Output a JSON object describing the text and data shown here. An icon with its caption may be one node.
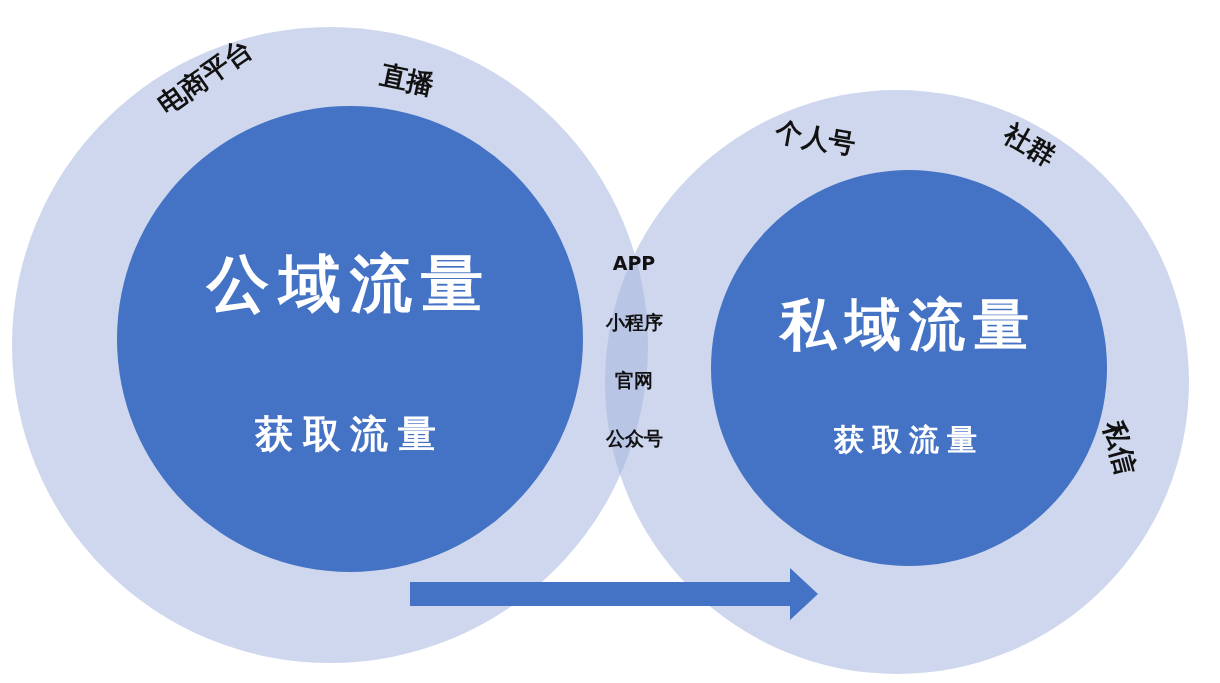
{
  "diagram": {
    "nodes": [
      {
        "text": [
          "电商平台",
          "直播"
        ]
      },
      {
        "text": [
          "公域流量",
          "获取流量"
        ],
        "in": 0
      },
      {
        "text": [
          "个人号",
          "社群",
          "私信"
        ]
      },
      {
        "text": [
          "私域流量",
          "获取流量"
        ],
        "in": 2
      }
    ],
    "labels": [
      "APP",
      "小程序",
      "官网",
      "公众号"
    ]
  }
}
